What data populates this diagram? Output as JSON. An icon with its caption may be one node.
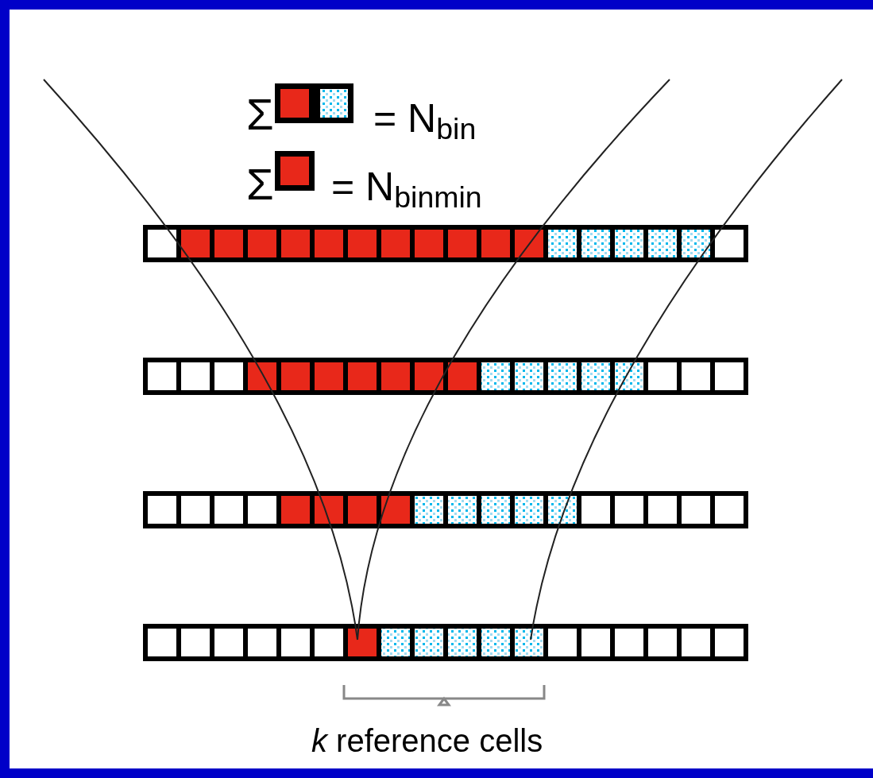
{
  "diagram": {
    "labels": [
      "Σ",
      "= N$_{bin}$",
      "Σ",
      "= N$_{binmin}$",
      "*k* reference cells"
    ]
  }
}
